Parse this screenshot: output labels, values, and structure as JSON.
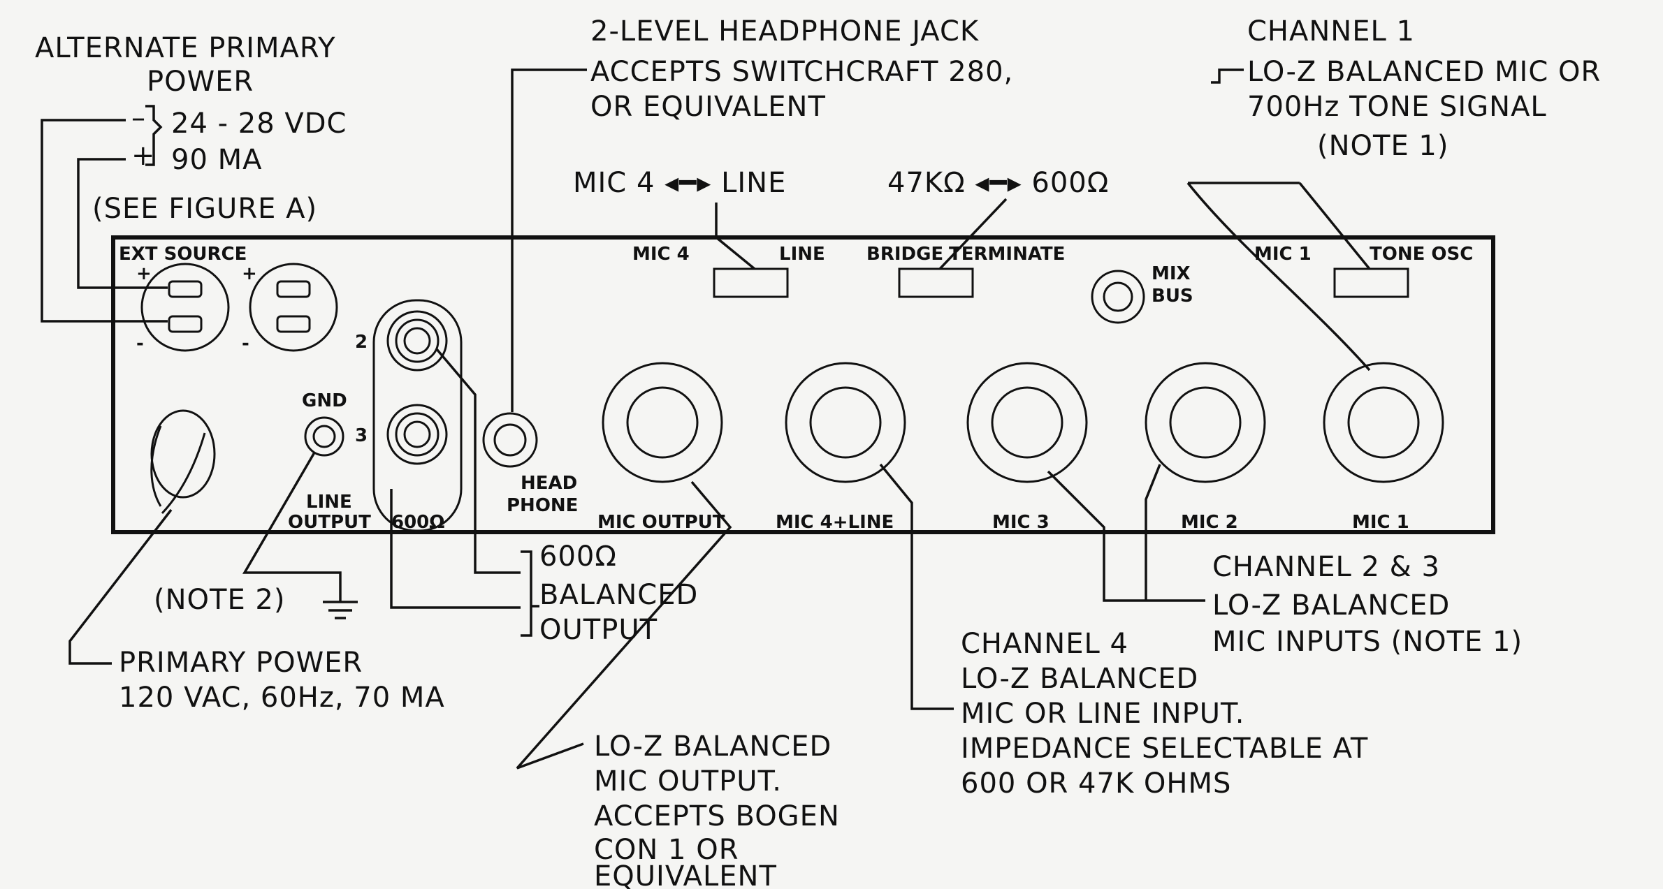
{
  "callouts": {
    "alt_power": [
      "ALTERNATE PRIMARY",
      "POWER"
    ],
    "alt_power_minus": "–",
    "alt_power_plus": "+",
    "alt_power_volts": "24 - 28 VDC",
    "alt_power_amps": "90 MA",
    "see_figure": "(SEE FIGURE A)",
    "headphone_jack": [
      "2-LEVEL HEADPHONE JACK",
      "ACCEPTS SWITCHCRAFT 280,",
      "OR EQUIVALENT"
    ],
    "channel1": [
      "CHANNEL 1",
      "LO-Z BALANCED MIC OR",
      "700Hz TONE SIGNAL",
      "(NOTE 1)"
    ],
    "mic4_line_switch": "MIC 4 ◂━▸ LINE",
    "impedance_switch": "47KΩ ◂━▸ 600Ω",
    "note2": "(NOTE 2)",
    "balanced_output": [
      "600Ω",
      "BALANCED",
      "OUTPUT"
    ],
    "primary_power": [
      "PRIMARY POWER",
      "120 VAC, 60Hz, 70 MA"
    ],
    "mic_output": [
      "LO-Z BALANCED",
      "MIC OUTPUT.",
      "ACCEPTS BOGEN",
      "CON 1 OR",
      "EQUIVALENT"
    ],
    "channel4": [
      "CHANNEL 4",
      "LO-Z BALANCED",
      "MIC OR LINE INPUT.",
      "IMPEDANCE SELECTABLE AT",
      "600 OR 47K OHMS"
    ],
    "channel23": [
      "CHANNEL 2 & 3",
      "LO-Z BALANCED",
      "MIC INPUTS (NOTE 1)"
    ]
  },
  "panel": {
    "ext_source": "EXT SOURCE",
    "plus": "+",
    "minus": "-",
    "sw_mic4": "MIC 4",
    "sw_line": "LINE",
    "sw_bridge": "BRIDGE",
    "sw_terminate": "TERMINATE",
    "mix": "MIX",
    "bus": "BUS",
    "sw_mic1": "MIC 1",
    "sw_tone_osc": "TONE OSC",
    "gnd": "GND",
    "pin2": "2",
    "pin3": "3",
    "head": "HEAD",
    "phone": "PHONE",
    "line": "LINE",
    "output": "OUTPUT",
    "ohm600": "600Ω",
    "mic_output": "MIC OUTPUT",
    "mic4_line": "MIC 4+LINE",
    "mic3": "MIC 3",
    "mic2": "MIC 2",
    "mic1": "MIC 1"
  }
}
